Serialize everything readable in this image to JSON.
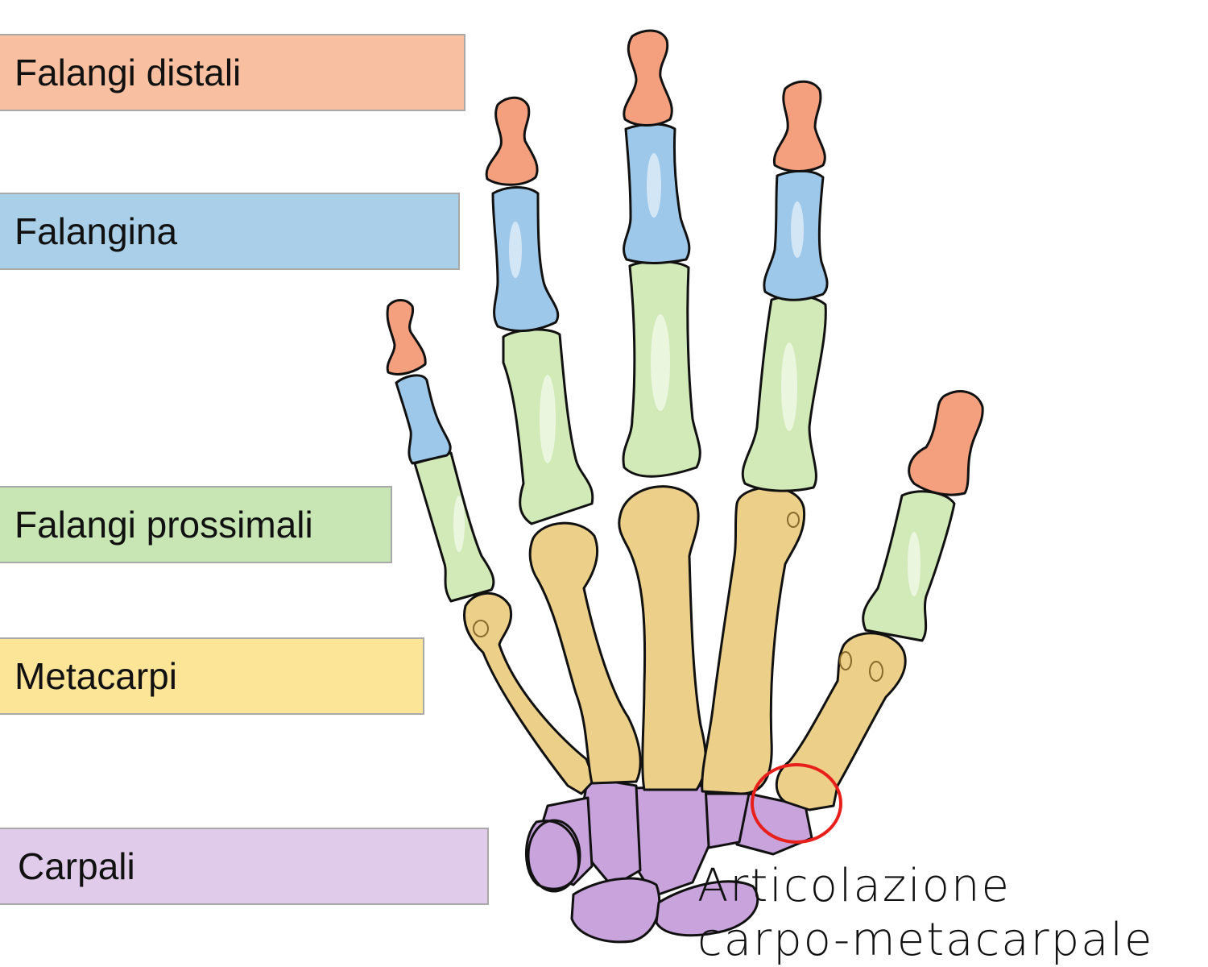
{
  "labels": {
    "distal": "Falangi distali",
    "middle": "Falangina",
    "proximal": "Falangi prossimali",
    "metacarpal": "Metacarpi",
    "carpal": "Carpali"
  },
  "annotation": {
    "line1": "Articolazione",
    "line2": "carpo-metacarpale"
  },
  "colors": {
    "distal": "#f8bfa0",
    "distal_bone": "#f4a07e",
    "middle": "#a9cfe9",
    "middle_bone": "#9ec8ea",
    "proximal": "#c8e5b4",
    "proximal_bone": "#d2eab8",
    "metacarpal": "#fde598",
    "metacarpal_bone": "#ecd08a",
    "carpal": "#e0cbeb",
    "carpal_bone": "#c9a3dc",
    "highlight_ring": "#e8201c"
  }
}
